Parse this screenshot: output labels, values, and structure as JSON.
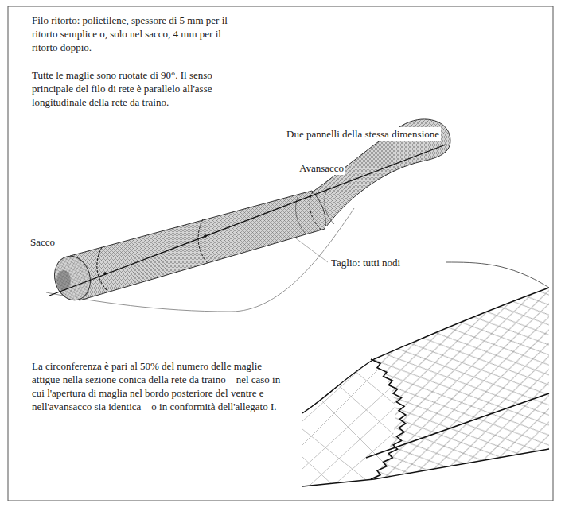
{
  "diagram": {
    "labels": [
      "Filo ritorto: polietilene, spessore di 5 mm per il ritorto semplice o, solo nel sacco, 4 mm per il ritorto doppio.",
      "Tutte le maglie sono ruotate di 90°. Il senso principale del filo di rete è parallelo all'asse longitudinale della rete da traino.",
      "Due pannelli della stessa dimensione",
      "Avansacco",
      "Sacco",
      "Taglio: tutti nodi",
      "La circonferenza è pari al 50% del numero delle maglie attigue nella sezione conica della rete da traino – nel caso in cui l'apertura di maglia nel bordo posteriore del ventre e nell'avansacco sia identica – o in conformità dell'allegato I."
    ]
  }
}
